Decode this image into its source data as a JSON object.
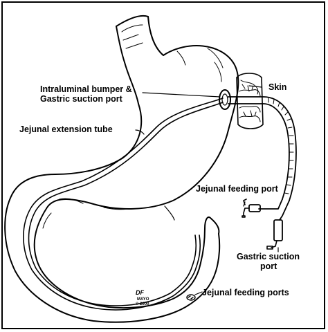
{
  "labels": {
    "bumper_line1": "Intraluminal bumper &",
    "bumper_line2": "Gastric suction port",
    "skin": "Skin",
    "jejunal_extension_tube": "Jejunal extension tube",
    "jejunal_feeding_port": "Jejunal feeding port",
    "gastric_suction_line1": "Gastric suction",
    "gastric_suction_line2": "port",
    "jejunal_feeding_ports": "Jejunal feeding ports"
  },
  "signature": {
    "initials": "DF",
    "org": "MAYO",
    "year": "© 2000"
  },
  "colors": {
    "ink": "#000000",
    "background": "#ffffff"
  }
}
